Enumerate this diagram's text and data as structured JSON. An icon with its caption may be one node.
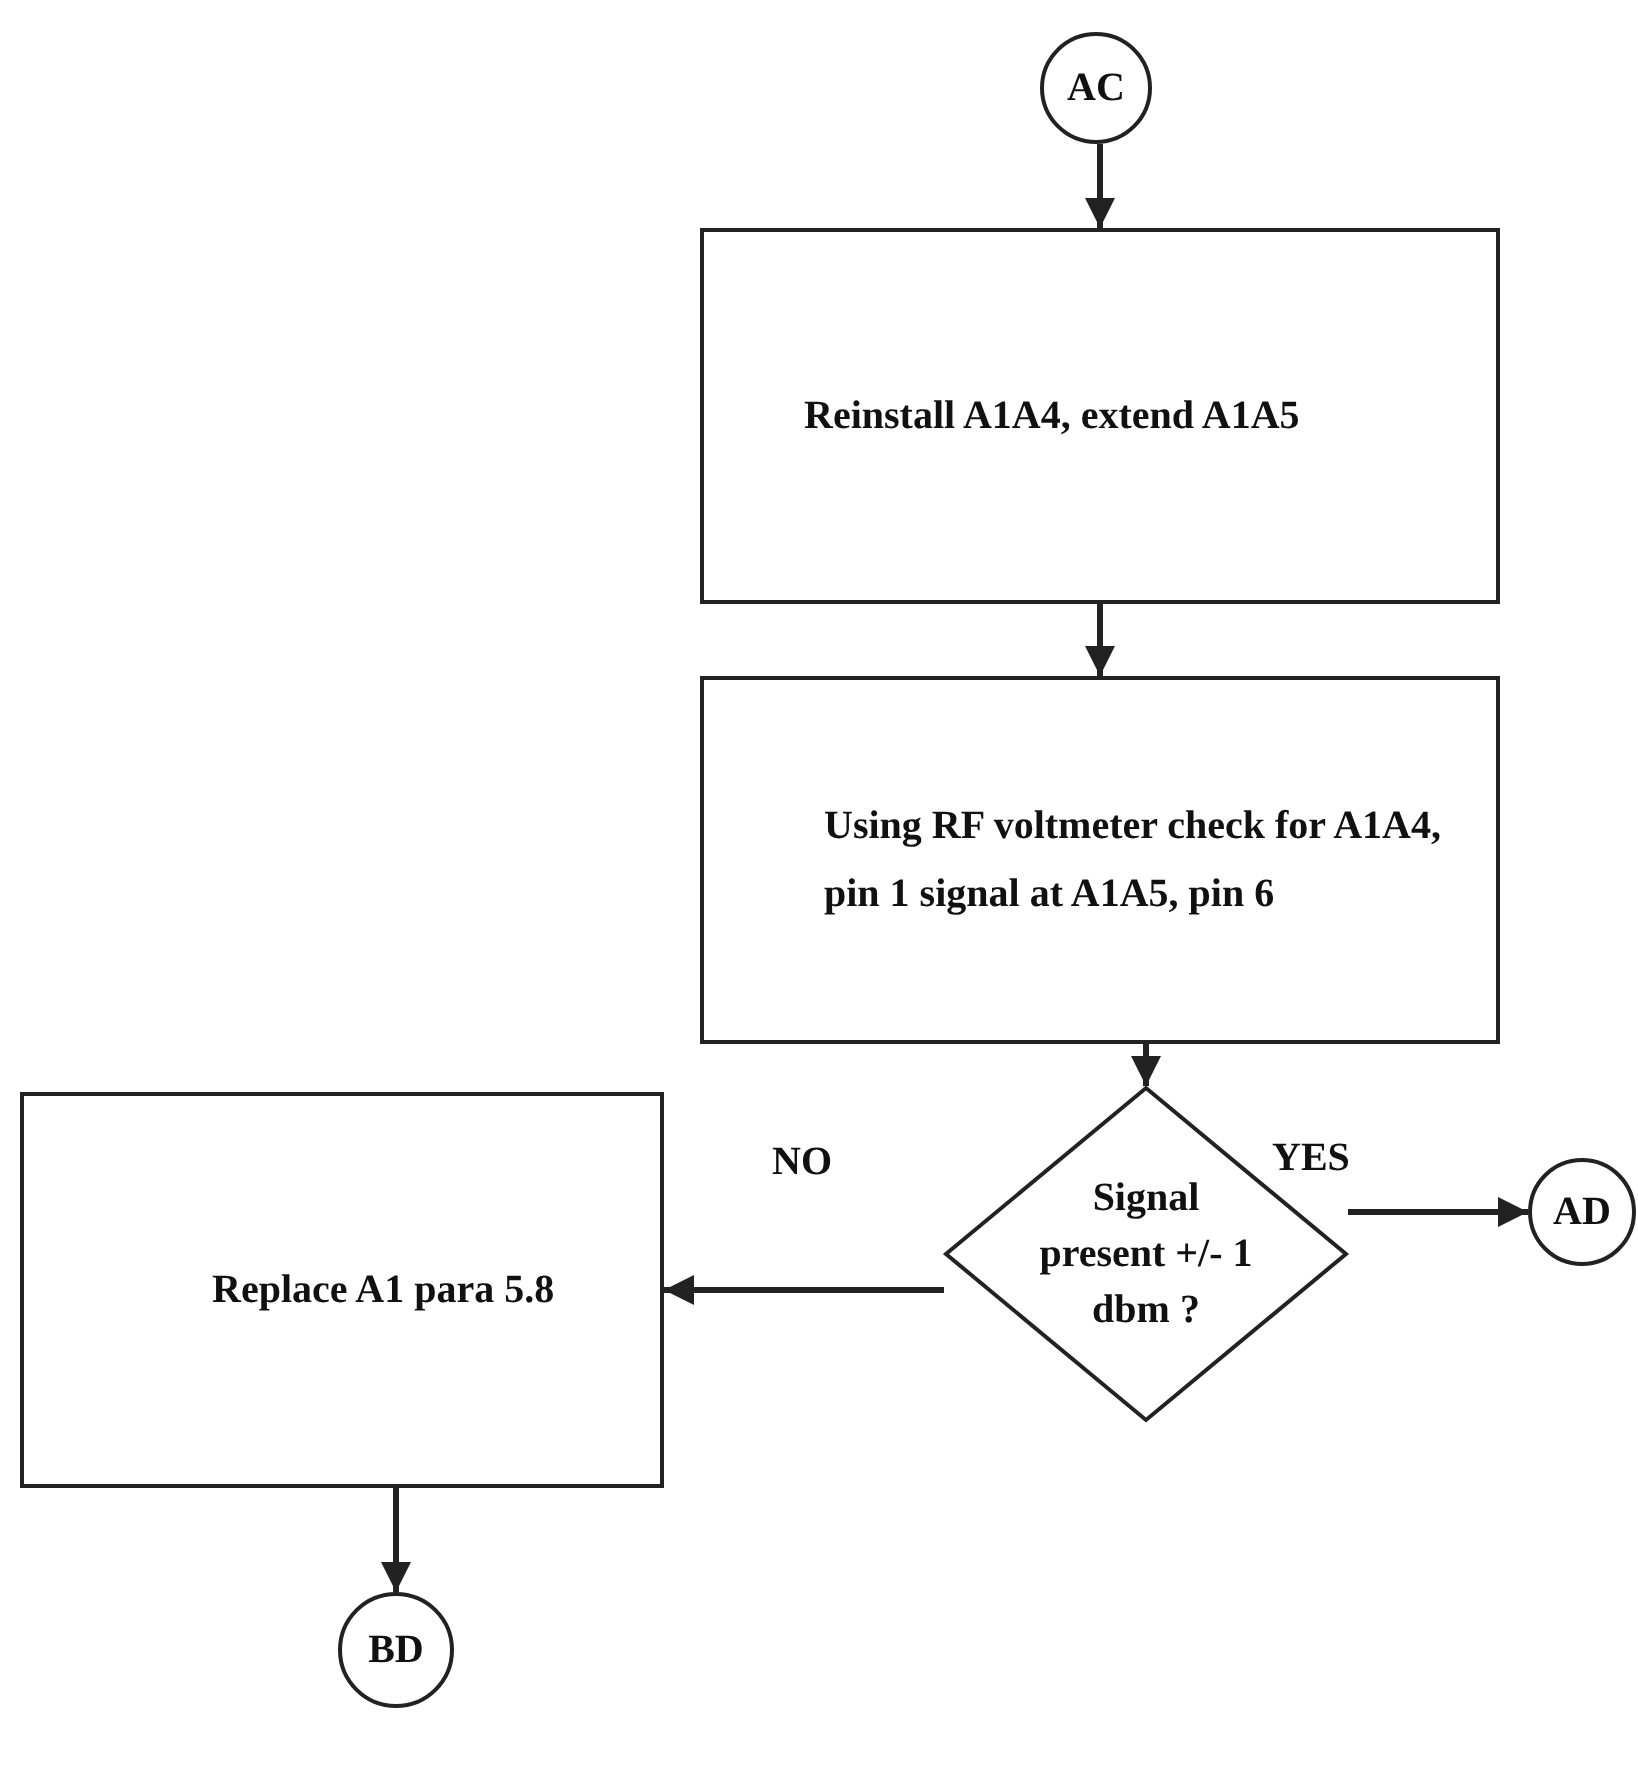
{
  "diagram": {
    "nodes": [
      {
        "text": [
          "AC"
        ]
      },
      {
        "text": [
          "Reinstall A1A4, extend A1A5"
        ]
      },
      {
        "text": [
          "Using RF voltmeter check for A1A4, pin 1 signal at A1A5, pin 6"
        ]
      },
      {
        "text": [
          "Signal present +/- 1 dbm ?"
        ]
      },
      {
        "text": [
          "Replace A1 para 5.8"
        ]
      },
      {
        "text": [
          "AD"
        ]
      },
      {
        "text": [
          "BD"
        ]
      }
    ],
    "edges": [
      {
        "from": 0,
        "to": 1,
        "arrow": "to"
      },
      {
        "from": 1,
        "to": 2,
        "arrow": "to"
      },
      {
        "from": 2,
        "to": 3,
        "arrow": "to"
      },
      {
        "from": 3,
        "to": 4,
        "arrow": "to",
        "label": "NO"
      },
      {
        "from": 3,
        "to": 5,
        "arrow": "to",
        "label": "YES"
      },
      {
        "from": 4,
        "to": 6,
        "arrow": "to"
      }
    ]
  }
}
